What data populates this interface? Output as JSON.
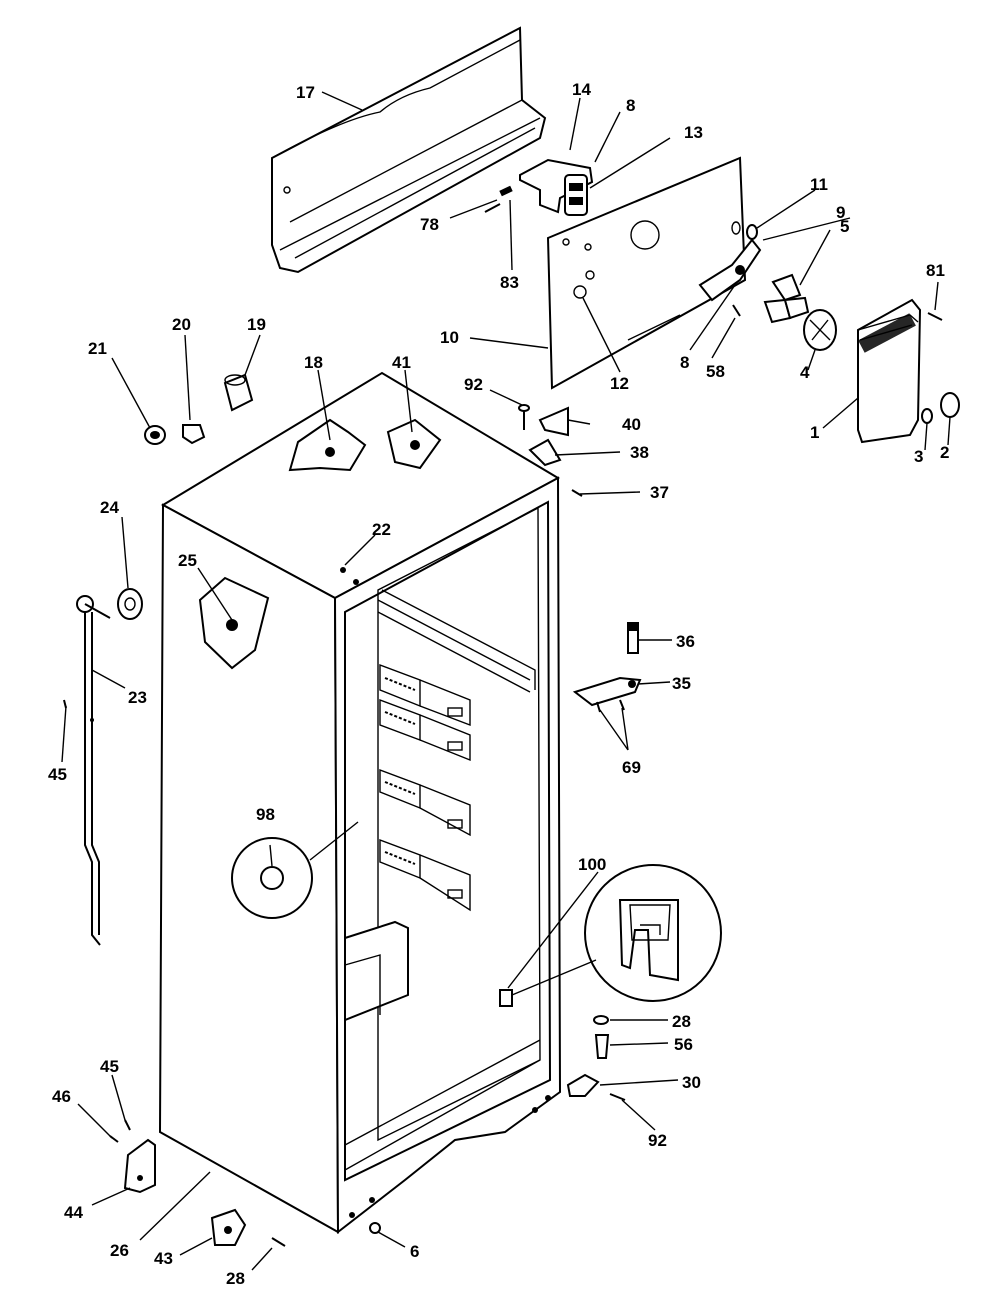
{
  "diagram": {
    "labels": {
      "p1": "1",
      "p2": "2",
      "p3": "3",
      "p4": "4",
      "p5": "5",
      "p6": "6",
      "p8a": "8",
      "p8b": "8",
      "p9": "9",
      "p10": "10",
      "p11": "11",
      "p12": "12",
      "p13": "13",
      "p14": "14",
      "p17": "17",
      "p18": "18",
      "p19": "19",
      "p20": "20",
      "p21": "21",
      "p22": "22",
      "p23": "23",
      "p24": "24",
      "p25": "25",
      "p26": "26",
      "p28a": "28",
      "p28b": "28",
      "p30": "30",
      "p35": "35",
      "p36": "36",
      "p37": "37",
      "p38": "38",
      "p40": "40",
      "p41": "41",
      "p43": "43",
      "p44": "44",
      "p45a": "45",
      "p45b": "45",
      "p46": "46",
      "p56": "56",
      "p58": "58",
      "p69": "69",
      "p78": "78",
      "p81": "81",
      "p83": "83",
      "p92a": "92",
      "p92b": "92",
      "p98": "98",
      "p100": "100"
    }
  }
}
